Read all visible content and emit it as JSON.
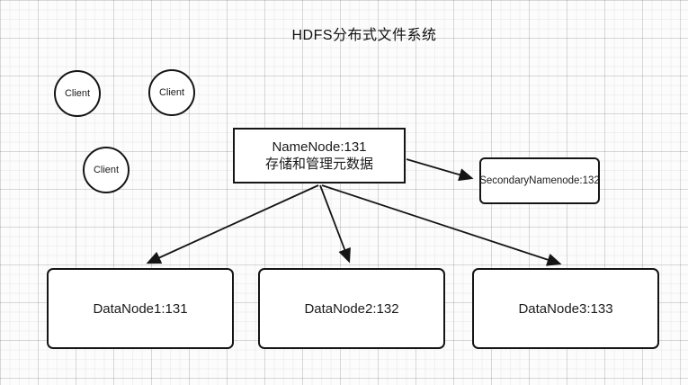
{
  "diagram": {
    "title": "HDFS分布式文件系统",
    "clients": [
      {
        "label": "Client"
      },
      {
        "label": "Client"
      },
      {
        "label": "Client"
      }
    ],
    "namenode": {
      "line1": "NameNode:131",
      "line2": "存储和管理元数据"
    },
    "secondary_namenode": {
      "label": "SecondaryNamenode:132"
    },
    "datanodes": [
      {
        "label": "DataNode1:131"
      },
      {
        "label": "DataNode2:132"
      },
      {
        "label": "DataNode3:133"
      }
    ],
    "edges": [
      {
        "from": "NameNode:131",
        "to": "SecondaryNamenode:132"
      },
      {
        "from": "NameNode:131",
        "to": "DataNode1:131"
      },
      {
        "from": "NameNode:131",
        "to": "DataNode2:132"
      },
      {
        "from": "NameNode:131",
        "to": "DataNode3:133"
      }
    ],
    "colors": {
      "stroke": "#151515",
      "fill": "#ffffff",
      "grid_major": "#d8d8d8",
      "grid_minor": "#efefef"
    }
  }
}
